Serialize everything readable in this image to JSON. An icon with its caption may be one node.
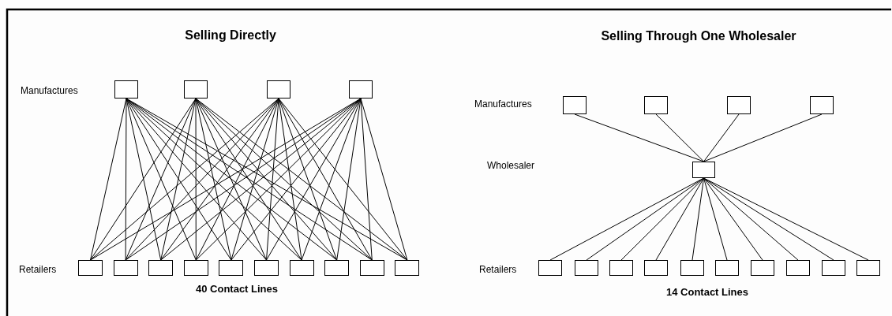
{
  "diagram": {
    "nodes": [
      {
        "text": [],
        "shape": "box"
      },
      {
        "text": [],
        "shape": "box"
      },
      {
        "text": [],
        "shape": "box"
      },
      {
        "text": [],
        "shape": "box"
      },
      {
        "text": [],
        "shape": "box"
      },
      {
        "text": [],
        "shape": "box"
      },
      {
        "text": [],
        "shape": "box"
      },
      {
        "text": [],
        "shape": "box"
      },
      {
        "text": [],
        "shape": "box"
      },
      {
        "text": [],
        "shape": "box"
      },
      {
        "text": [],
        "shape": "box"
      },
      {
        "text": [],
        "shape": "box"
      },
      {
        "text": [],
        "shape": "box"
      },
      {
        "text": [],
        "shape": "box"
      },
      {
        "text": [],
        "shape": "box"
      },
      {
        "text": [],
        "shape": "box"
      },
      {
        "text": [],
        "shape": "box"
      },
      {
        "text": [],
        "shape": "box"
      },
      {
        "text": [],
        "shape": "box"
      },
      {
        "text": [],
        "shape": "box"
      },
      {
        "text": [],
        "shape": "box"
      },
      {
        "text": [],
        "shape": "box"
      },
      {
        "text": [],
        "shape": "box"
      },
      {
        "text": [],
        "shape": "box"
      },
      {
        "text": [],
        "shape": "box"
      },
      {
        "text": [],
        "shape": "box"
      },
      {
        "text": [],
        "shape": "box"
      },
      {
        "text": [],
        "shape": "box"
      },
      {
        "text": [],
        "shape": "box"
      }
    ],
    "edges": [
      {
        "from": 0,
        "to": 4,
        "arrow": "none"
      },
      {
        "from": 0,
        "to": 5,
        "arrow": "none"
      },
      {
        "from": 0,
        "to": 6,
        "arrow": "none"
      },
      {
        "from": 0,
        "to": 7,
        "arrow": "none"
      },
      {
        "from": 0,
        "to": 8,
        "arrow": "none"
      },
      {
        "from": 0,
        "to": 9,
        "arrow": "none"
      },
      {
        "from": 0,
        "to": 10,
        "arrow": "none"
      },
      {
        "from": 0,
        "to": 11,
        "arrow": "none"
      },
      {
        "from": 0,
        "to": 12,
        "arrow": "none"
      },
      {
        "from": 0,
        "to": 13,
        "arrow": "none"
      },
      {
        "from": 1,
        "to": 4,
        "arrow": "none"
      },
      {
        "from": 1,
        "to": 5,
        "arrow": "none"
      },
      {
        "from": 1,
        "to": 6,
        "arrow": "none"
      },
      {
        "from": 1,
        "to": 7,
        "arrow": "none"
      },
      {
        "from": 1,
        "to": 8,
        "arrow": "none"
      },
      {
        "from": 1,
        "to": 9,
        "arrow": "none"
      },
      {
        "from": 1,
        "to": 10,
        "arrow": "none"
      },
      {
        "from": 1,
        "to": 11,
        "arrow": "none"
      },
      {
        "from": 1,
        "to": 12,
        "arrow": "none"
      },
      {
        "from": 1,
        "to": 13,
        "arrow": "none"
      },
      {
        "from": 2,
        "to": 4,
        "arrow": "none"
      },
      {
        "from": 2,
        "to": 5,
        "arrow": "none"
      },
      {
        "from": 2,
        "to": 6,
        "arrow": "none"
      },
      {
        "from": 2,
        "to": 7,
        "arrow": "none"
      },
      {
        "from": 2,
        "to": 8,
        "arrow": "none"
      },
      {
        "from": 2,
        "to": 9,
        "arrow": "none"
      },
      {
        "from": 2,
        "to": 10,
        "arrow": "none"
      },
      {
        "from": 2,
        "to": 11,
        "arrow": "none"
      },
      {
        "from": 2,
        "to": 12,
        "arrow": "none"
      },
      {
        "from": 2,
        "to": 13,
        "arrow": "none"
      },
      {
        "from": 3,
        "to": 4,
        "arrow": "none"
      },
      {
        "from": 3,
        "to": 5,
        "arrow": "none"
      },
      {
        "from": 3,
        "to": 6,
        "arrow": "none"
      },
      {
        "from": 3,
        "to": 7,
        "arrow": "none"
      },
      {
        "from": 3,
        "to": 8,
        "arrow": "none"
      },
      {
        "from": 3,
        "to": 9,
        "arrow": "none"
      },
      {
        "from": 3,
        "to": 10,
        "arrow": "none"
      },
      {
        "from": 3,
        "to": 11,
        "arrow": "none"
      },
      {
        "from": 3,
        "to": 12,
        "arrow": "none"
      },
      {
        "from": 3,
        "to": 13,
        "arrow": "none"
      },
      {
        "from": 14,
        "to": 18,
        "arrow": "none"
      },
      {
        "from": 15,
        "to": 18,
        "arrow": "none"
      },
      {
        "from": 16,
        "to": 18,
        "arrow": "none"
      },
      {
        "from": 17,
        "to": 18,
        "arrow": "none"
      },
      {
        "from": 18,
        "to": 19,
        "arrow": "none"
      },
      {
        "from": 18,
        "to": 20,
        "arrow": "none"
      },
      {
        "from": 18,
        "to": 21,
        "arrow": "none"
      },
      {
        "from": 18,
        "to": 22,
        "arrow": "none"
      },
      {
        "from": 18,
        "to": 23,
        "arrow": "none"
      },
      {
        "from": 18,
        "to": 24,
        "arrow": "none"
      },
      {
        "from": 18,
        "to": 25,
        "arrow": "none"
      },
      {
        "from": 18,
        "to": 26,
        "arrow": "none"
      },
      {
        "from": 18,
        "to": 27,
        "arrow": "none"
      },
      {
        "from": 18,
        "to": 28,
        "arrow": "none"
      }
    ],
    "labels": [
      "Selling Directly",
      "Manufactures",
      "Retailers",
      "40 Contact Lines",
      "Selling Through One Wholesaler",
      "Manufactures",
      "Wholesaler",
      "Retailers",
      "14 Contact Lines"
    ]
  }
}
